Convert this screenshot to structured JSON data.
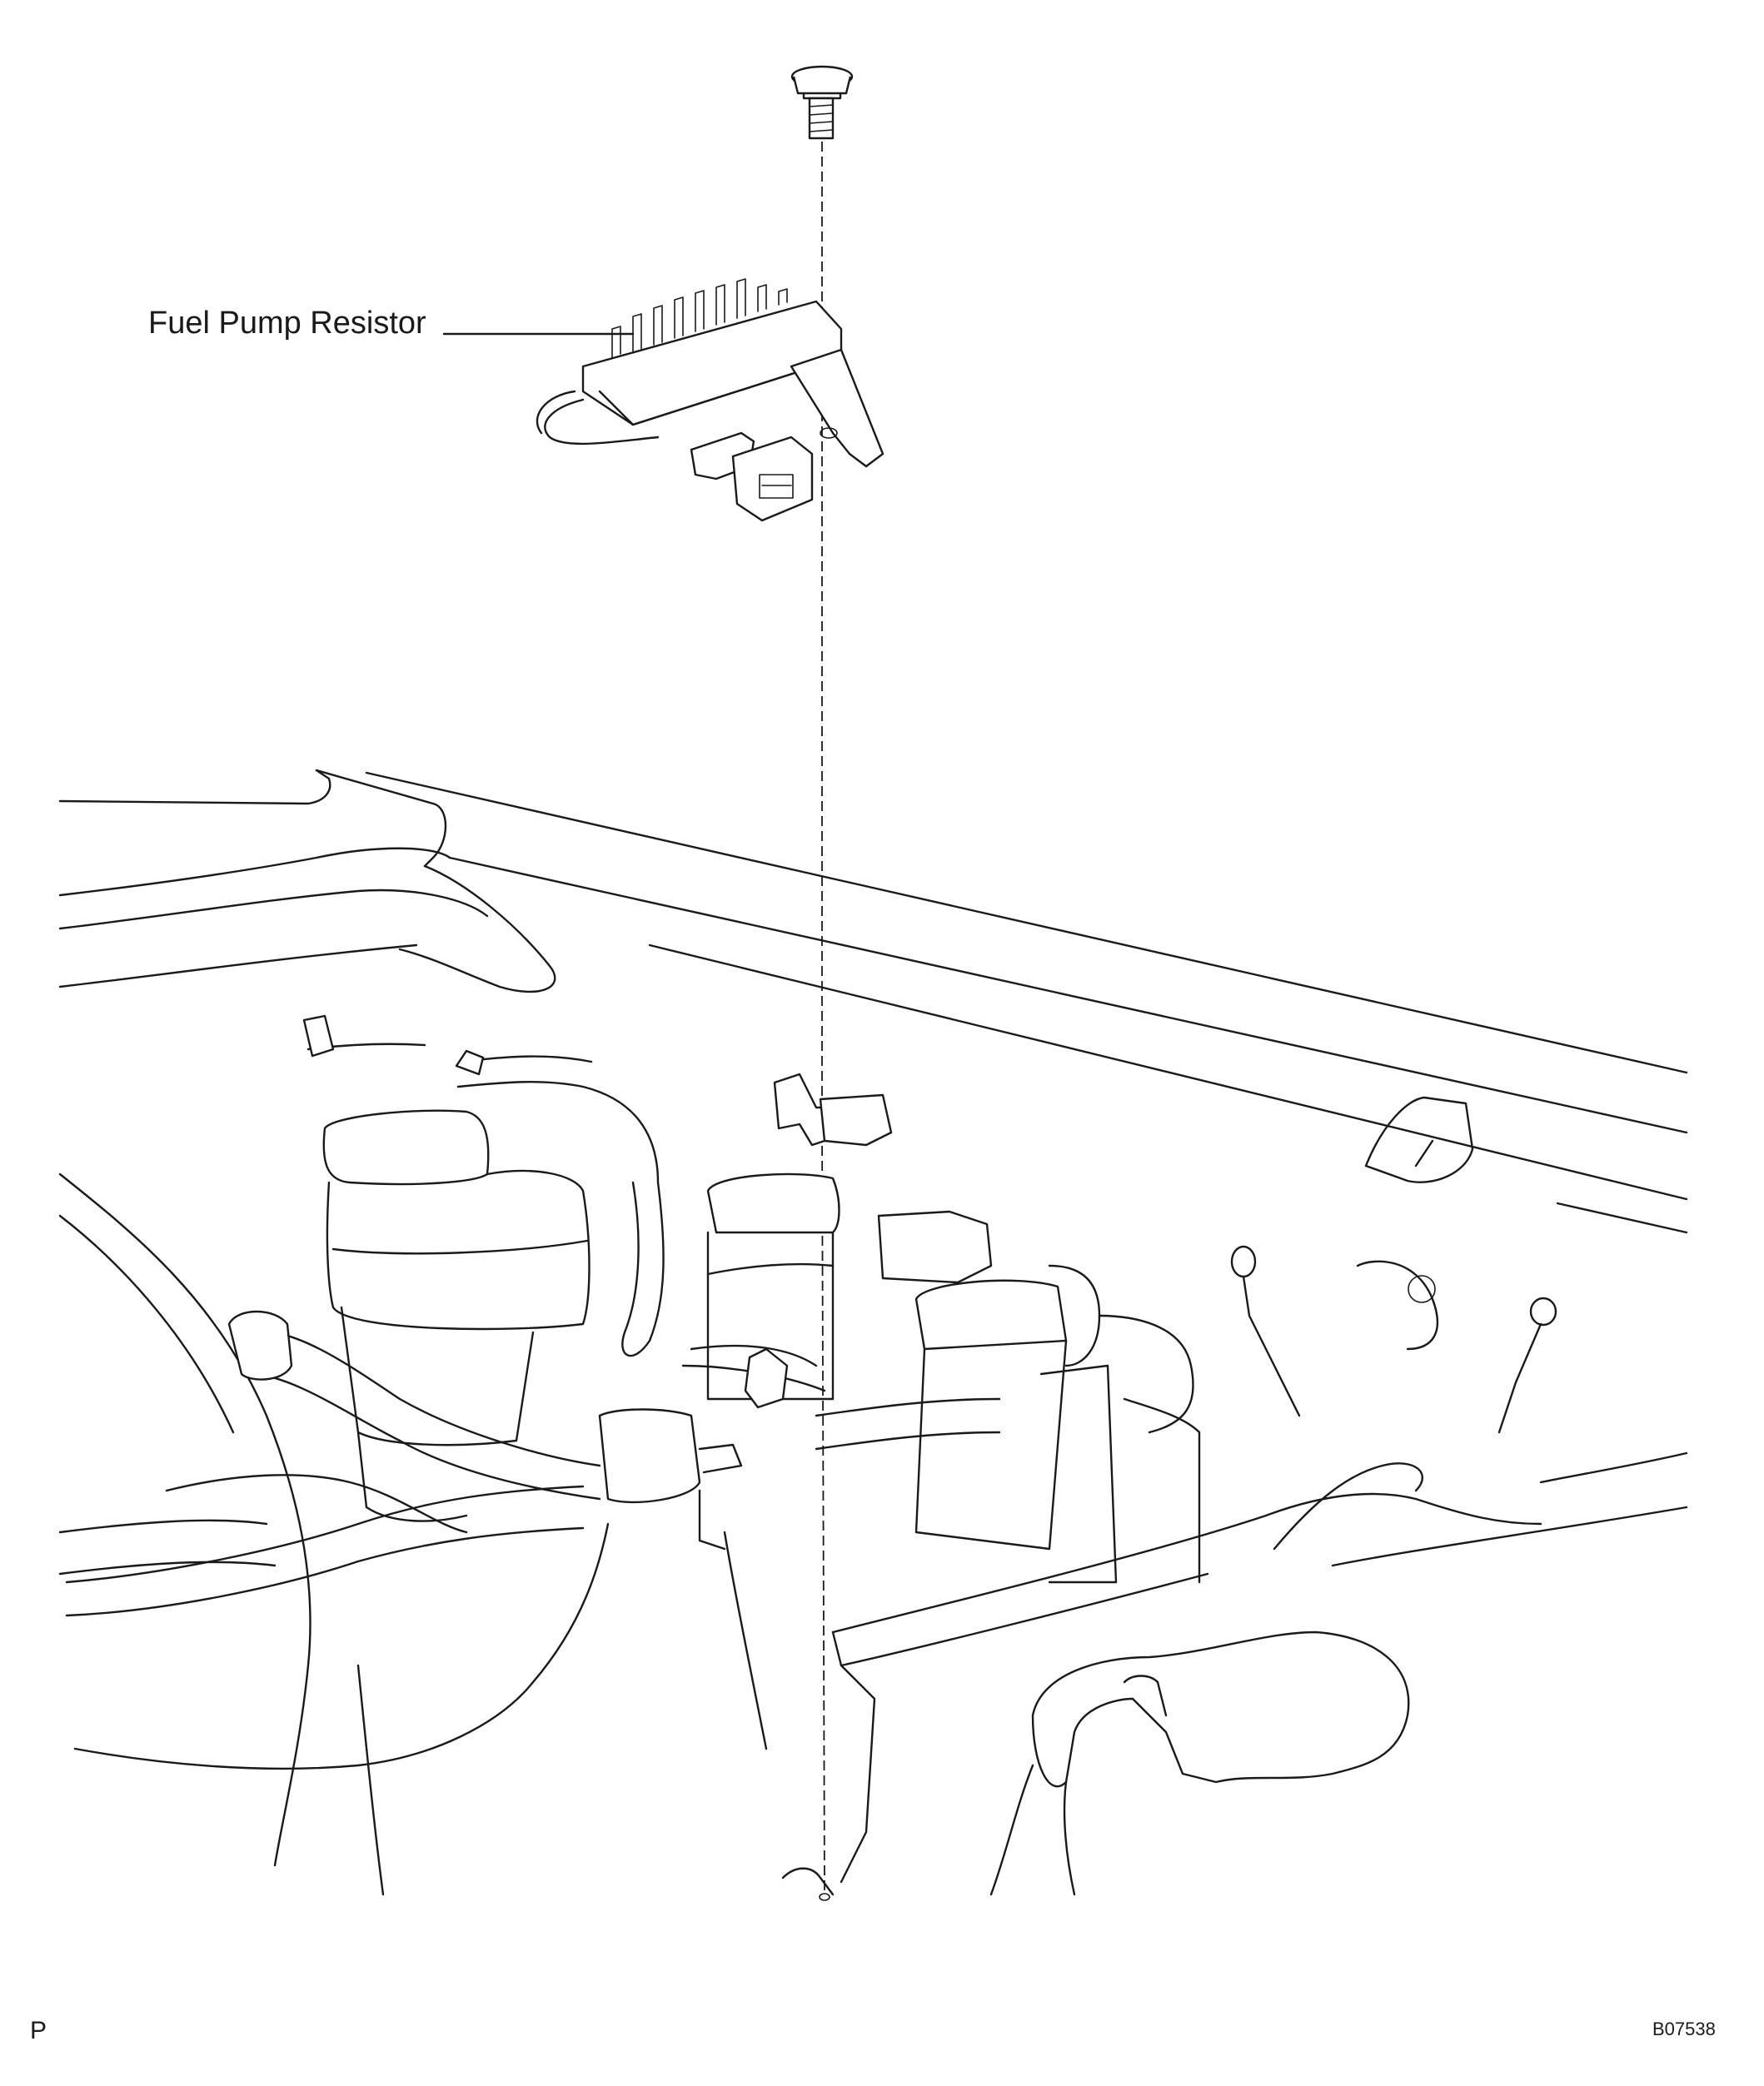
{
  "labels": {
    "fuel_pump_resistor": "Fuel Pump Resistor"
  },
  "corner_code": "P",
  "figure_code": "B07538"
}
